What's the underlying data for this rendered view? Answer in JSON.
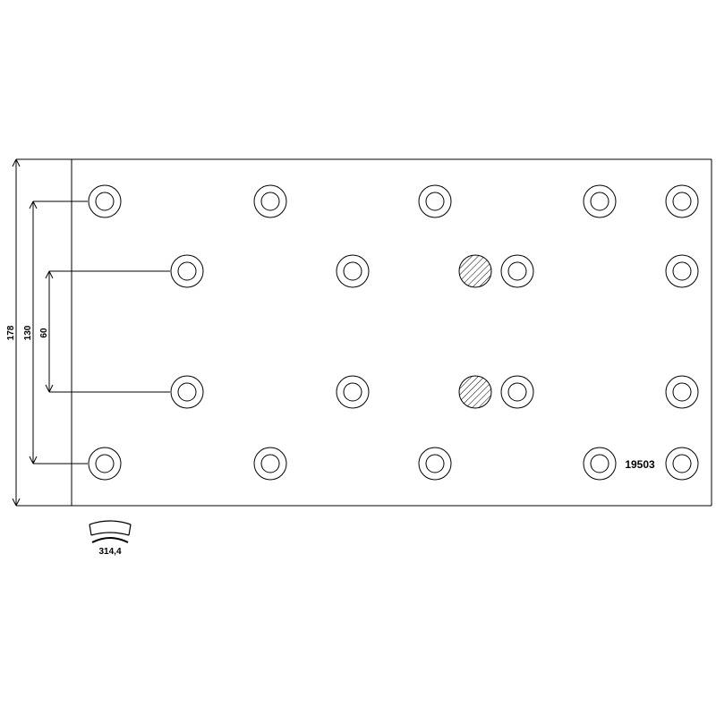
{
  "drawing": {
    "part_number": "19503",
    "dimensions": {
      "overall_height": "178",
      "outer_rivet_spacing": "130",
      "inner_rivet_spacing": "60",
      "arc_length": "314,4"
    },
    "line_color": "#000000",
    "background": "#ffffff"
  }
}
